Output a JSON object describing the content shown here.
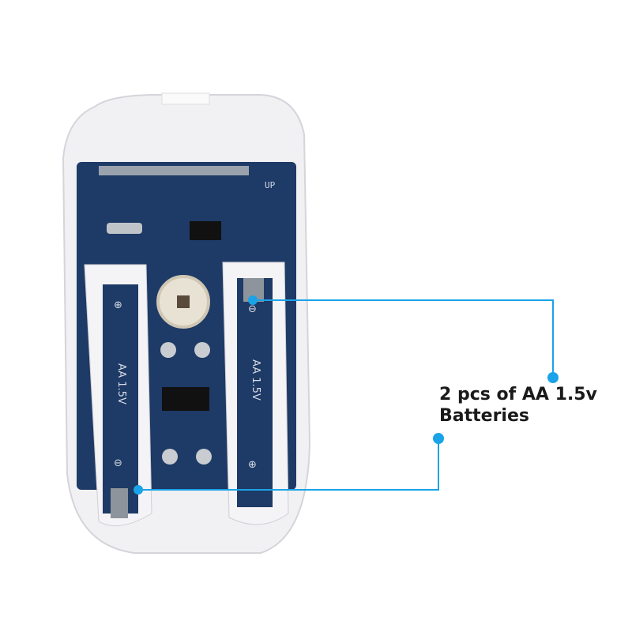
{
  "callout": {
    "line1": "2 pcs of AA 1.5v",
    "line2": "Batteries",
    "accent_color": "#1aa3e8"
  },
  "device": {
    "left_battery_label": "AA  1.5V",
    "right_battery_label": "AA  1.5V",
    "up_marking": "UP",
    "plus_symbol": "⊕",
    "minus_symbol": "⊖",
    "case_color": "#f1f0f3",
    "board_color": "#1e3a66"
  }
}
